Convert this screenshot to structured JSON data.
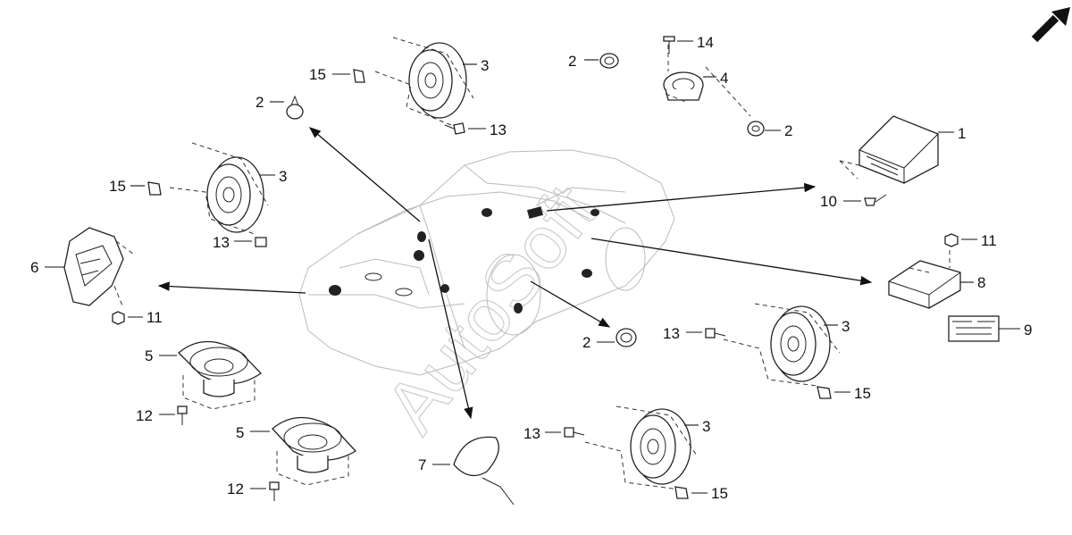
{
  "watermark": "AutoSoft",
  "callouts": {
    "c1": "1",
    "c2a": "2",
    "c2b": "2",
    "c2c": "2",
    "c2d": "2",
    "c3a": "3",
    "c3b": "3",
    "c3c": "3",
    "c3d": "3",
    "c4": "4",
    "c5a": "5",
    "c5b": "5",
    "c6": "6",
    "c7": "7",
    "c8": "8",
    "c9": "9",
    "c10": "10",
    "c11a": "11",
    "c11b": "11",
    "c12a": "12",
    "c12b": "12",
    "c13a": "13",
    "c13b": "13",
    "c13c": "13",
    "c13d": "13",
    "c14": "14",
    "c15a": "15",
    "c15b": "15",
    "c15c": "15",
    "c15d": "15"
  },
  "icons": {
    "nav": "arrow-up-right-icon"
  }
}
